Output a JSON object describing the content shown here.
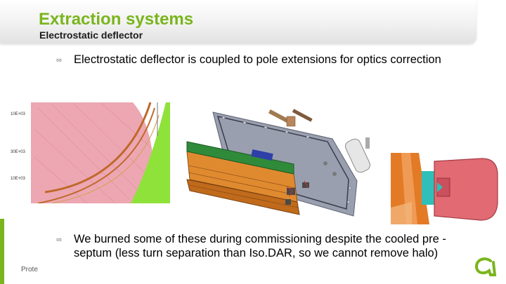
{
  "slide": {
    "title": "Extraction systems",
    "subtitle": "Electrostatic deflector",
    "bullets": [
      "Electrostatic deflector is coupled to pole extensions for optics correction",
      "We burned some of these during commissioning despite the cooled pre -septum (less turn separation than Iso.DAR, so we cannot remove halo)"
    ],
    "bullet_glyph": "∞",
    "footer": "Prote",
    "left_figure": {
      "tick_labels": [
        "10E+03",
        "30E+03",
        "10E+03"
      ]
    }
  },
  "colors": {
    "accent": "#7ab51d",
    "field_pink": "#e07a8a",
    "field_green": "#93e33a",
    "deflector_orange": "#d8741e"
  },
  "icons": {
    "bullet": "infinity-bullet-icon",
    "logo": "iba-logo-icon"
  }
}
